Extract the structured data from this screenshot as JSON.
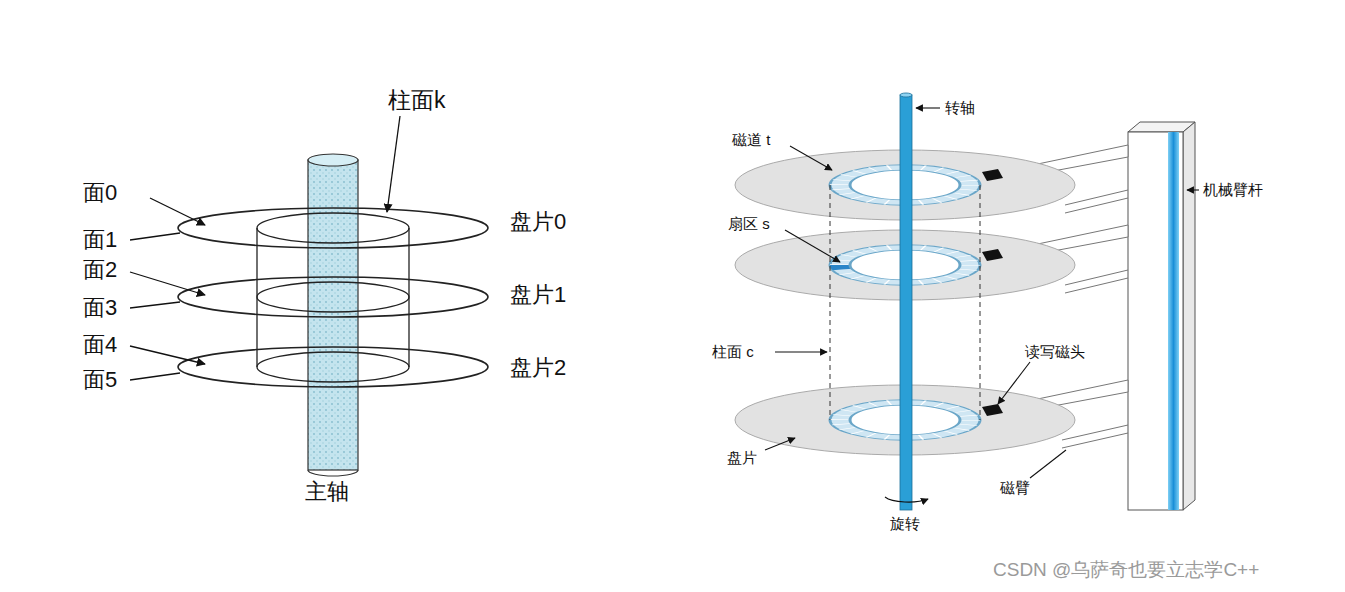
{
  "diagram": {
    "labels": [
      "柱面k",
      "面0",
      "面1",
      "盘片0",
      "面2",
      "面3",
      "盘片1",
      "面4",
      "面5",
      "盘片2",
      "主轴",
      "磁道 t",
      "转轴",
      "机械臂杆",
      "扇区 s",
      "柱面 c",
      "读写磁头",
      "盘片",
      "磁臂",
      "旋转",
      "CSDN @乌萨奇也要立志学C++"
    ]
  }
}
